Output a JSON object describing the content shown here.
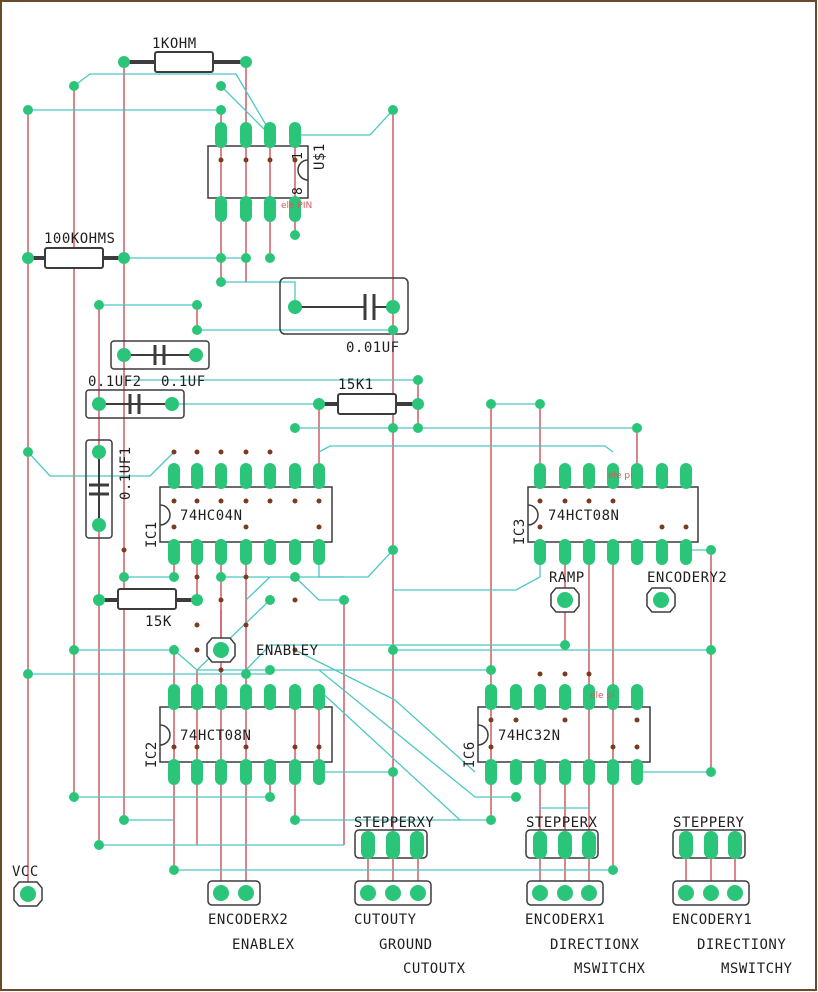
{
  "colors": {
    "frame": "#6b4a2a",
    "airwire": "#4ec6c6",
    "trace": "#c8424a",
    "pad": "#2bc57a",
    "outline": "#3c3c3c",
    "hole": "#7b3b1e",
    "text": "#1f1f1f"
  },
  "resistors": {
    "r1k": "1KOHM",
    "r100k": "100KOHMS",
    "r15k1": "15K1",
    "r15k": "15K"
  },
  "capacitors": {
    "c001": "0.01UF",
    "c01_2": "0.1UF2",
    "c01": "0.1UF",
    "c01_1": "0.1UF1"
  },
  "chips": {
    "u1": "U$1",
    "u1_pin": "1",
    "u1_pin8": "8",
    "u1_small": "ele   PIN",
    "ic1_ref": "IC1",
    "ic1_part": "74HC04N",
    "ic2_ref": "IC2",
    "ic2_part": "74HCT08N",
    "ic3_ref": "IC3",
    "ic3_part": "74HCT08N",
    "ic3_small": "ele   pi",
    "ic6_ref": "IC6",
    "ic6_part": "74HC32N",
    "ic6_small": "ele   pi"
  },
  "signals": {
    "ramp": "RAMP",
    "encodery2": "ENCODERY2",
    "enabley": "ENABLEY",
    "vcc": "VCC",
    "stepperxy": "STEPPERXY",
    "stepperx": "STEPPERX",
    "steppery": "STEPPERY",
    "encoderx2": "ENCODERX2",
    "enablex": "ENABLEX",
    "cutouty": "CUTOUTY",
    "ground": "GROUND",
    "cutoutx": "CUTOUTX",
    "encoderx1": "ENCODERX1",
    "directionx": "DIRECTIONX",
    "mswitchx": "MSWITCHX",
    "encodery1": "ENCODERY1",
    "directiony": "DIRECTIONY",
    "mswitchy": "MSWITCHY"
  }
}
